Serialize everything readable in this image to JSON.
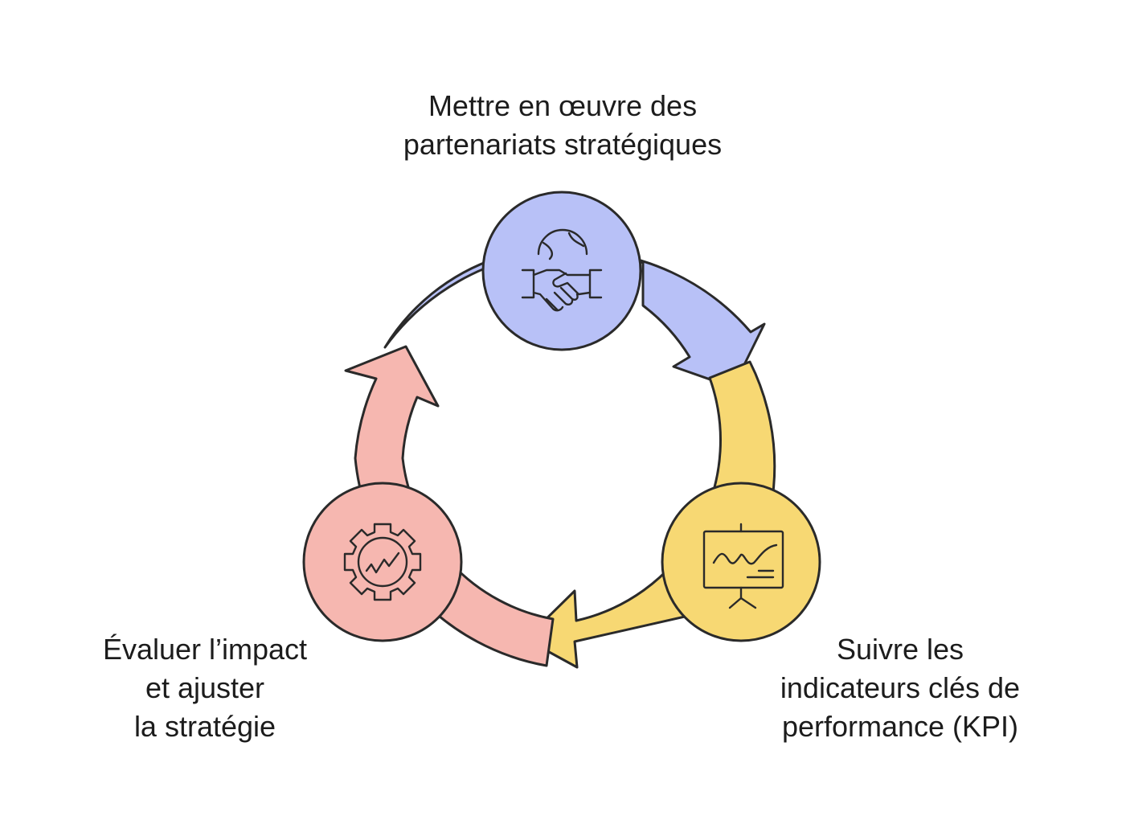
{
  "diagram": {
    "stages": [
      {
        "id": "partnerships",
        "label_lines": [
          "Mettre en œuvre des",
          "partenariats stratégiques"
        ],
        "icon": "handshake-globe-icon",
        "color": "#b8c1f7"
      },
      {
        "id": "kpi",
        "label_lines": [
          "Suivre les",
          "indicateurs clés de",
          "performance (KPI)"
        ],
        "icon": "presentation-chart-icon",
        "color": "#f7d873"
      },
      {
        "id": "evaluate",
        "label_lines": [
          "Évaluer l’impact",
          "et ajuster",
          "la stratégie"
        ],
        "icon": "gear-growth-icon",
        "color": "#f6b7b0"
      }
    ],
    "colors": {
      "stroke": "#2a2a2a",
      "text": "#1c1c1c",
      "background": "#ffffff"
    }
  }
}
